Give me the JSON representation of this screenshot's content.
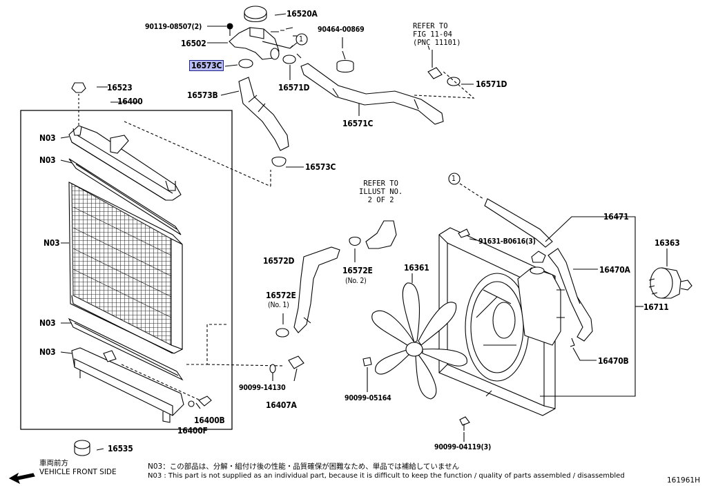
{
  "diagram_id": "161961H",
  "labels": {
    "p16520A": "16520A",
    "p90119": "90119-08507(2)",
    "p16502": "16502",
    "p16573C_hl": "16573C",
    "p16523": "16523",
    "p16573B": "16573B",
    "p16400": "16400",
    "p16571D_a": "16571D",
    "p90464": "90464-00869",
    "p16571C": "16571C",
    "p16571D_b": "16571D",
    "p16573C_b": "16573C",
    "n03_1": "N03",
    "n03_2": "N03",
    "n03_3": "N03",
    "n03_4": "N03",
    "n03_5": "N03",
    "p16572D": "16572D",
    "p16572E_2": "16572E",
    "p16572E_2_sub": "(No. 2)",
    "p16572E_1": "16572E",
    "p16572E_1_sub": "(No. 1)",
    "p90099_14130": "90099-14130",
    "p16407A": "16407A",
    "p16400B": "16400B",
    "p16400F": "16400F",
    "p16535": "16535",
    "p16361": "16361",
    "p90099_05164": "90099-05164",
    "p91631": "91631-B0616(3)",
    "p16471": "16471",
    "p16470A": "16470A",
    "p16711": "16711",
    "p16363": "16363",
    "p16470B": "16470B",
    "p90099_04119": "90099-04119(3)",
    "circle_1a": "1",
    "circle_1b": "1"
  },
  "refer_top": "REFER TO\nFIG 11-04\n(PNC 11101)",
  "refer_mid": "REFER TO\nILLUST NO.\n2 OF 2",
  "front_jp": "車両前方",
  "front_en": "VEHICLE FRONT SIDE",
  "note_jp": "N03：この部品は、分解・組付け後の性能・品質確保が困難なため、単品では補給していません",
  "note_en": "N03 : This part is not supplied as an individual part, because it is difficult to keep the function / quality of parts assembled / disassembled",
  "colors": {
    "highlight_fill": "#b9bdf3",
    "highlight_border": "#1b1f8c"
  }
}
